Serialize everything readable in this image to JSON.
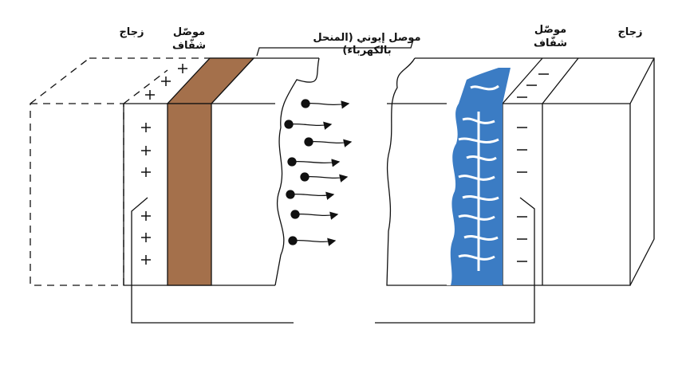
{
  "labels": {
    "glass_left": "زجاج",
    "conductor_left_1": "موصّل",
    "conductor_left_2": "شفّاف",
    "electrolyte": "موصل إيوني (المنحل بالكهرباء)",
    "conductor_right_1": "موصّل",
    "conductor_right_2": "شفّاف",
    "glass_right": "زجاج"
  },
  "colors": {
    "brown_layer": "#a4704b",
    "blue_layer": "#3b7cc4",
    "line": "#111111"
  },
  "signs": {
    "plus": "+",
    "minus": "−"
  }
}
